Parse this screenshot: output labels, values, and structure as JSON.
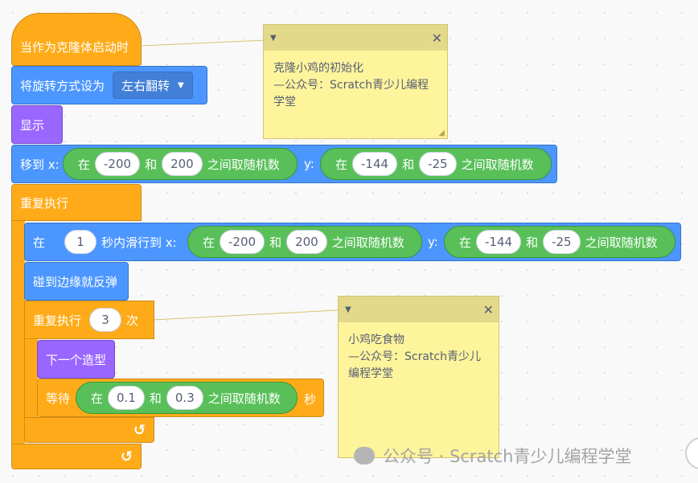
{
  "hat": {
    "label": "当作为克隆体启动时"
  },
  "rotation": {
    "label": "将旋转方式设为",
    "value": "左右翻转"
  },
  "show": {
    "label": "显示"
  },
  "goto": {
    "label": "移到 x:",
    "x": {
      "pre": "在",
      "a": "-200",
      "mid": "和",
      "b": "200",
      "post": "之间取随机数"
    },
    "y_label": "y:",
    "y": {
      "pre": "在",
      "a": "-144",
      "mid": "和",
      "b": "-25",
      "post": "之间取随机数"
    }
  },
  "forever": {
    "label": "重复执行"
  },
  "glide": {
    "pre": "在",
    "secs": "1",
    "label": "秒内滑行到 x:",
    "x": {
      "pre": "在",
      "a": "-200",
      "mid": "和",
      "b": "200",
      "post": "之间取随机数"
    },
    "y_label": "y:",
    "y": {
      "pre": "在",
      "a": "-144",
      "mid": "和",
      "b": "-25",
      "post": "之间取随机数"
    }
  },
  "bounce": {
    "label": "碰到边缘就反弹"
  },
  "repeat": {
    "label": "重复执行",
    "times": "3",
    "suffix": "次"
  },
  "nextcostume": {
    "label": "下一个造型"
  },
  "wait": {
    "label": "等待",
    "r": {
      "pre": "在",
      "a": "0.1",
      "mid": "和",
      "b": "0.3",
      "post": "之间取随机数"
    },
    "suffix": "秒"
  },
  "notes": [
    {
      "text": "克隆小鸡的初始化\n—公众号：Scratch青少儿编程学堂"
    },
    {
      "text": "小鸡吃食物\n—公众号：Scratch青少儿编程学堂"
    }
  ],
  "footer": {
    "watermark": "公众号 · Scratch青少儿编程学堂"
  },
  "colors": {
    "events": "#ffab19",
    "motion": "#4c97ff",
    "looks": "#9966ff",
    "operators": "#59c059",
    "note": "#fef49c"
  },
  "icons": [
    "dropdown-arrow-icon",
    "note-collapse-icon",
    "close-icon",
    "loop-arrow-icon",
    "resize-icon",
    "wechat-icon"
  ]
}
